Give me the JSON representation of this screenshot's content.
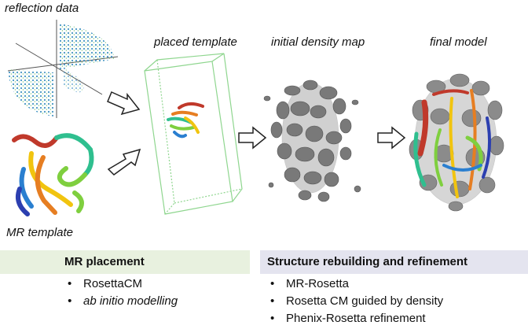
{
  "stages": {
    "reflection": "reflection data",
    "mr_template": "MR template",
    "placed": "placed template",
    "initial_map": "initial density map",
    "final_model": "final model"
  },
  "placement": {
    "title": "MR placement",
    "items": [
      "RosettaCM",
      "ab initio modelling"
    ],
    "bg": "#e8f1df"
  },
  "rebuilding": {
    "title": "Structure rebuilding and refinement",
    "items": [
      "MR-Rosetta",
      "Rosetta CM  guided by density",
      "Phenix-Rosetta refinement"
    ],
    "bg": "#e4e4ef"
  },
  "colors": {
    "box_frame": "#8fd68f",
    "density": "#6e6e6e",
    "ribbon": [
      "#c0392b",
      "#e67e22",
      "#f1c40f",
      "#7fcf3f",
      "#2fbf8f",
      "#2a7fd0",
      "#2c3fb0"
    ]
  }
}
